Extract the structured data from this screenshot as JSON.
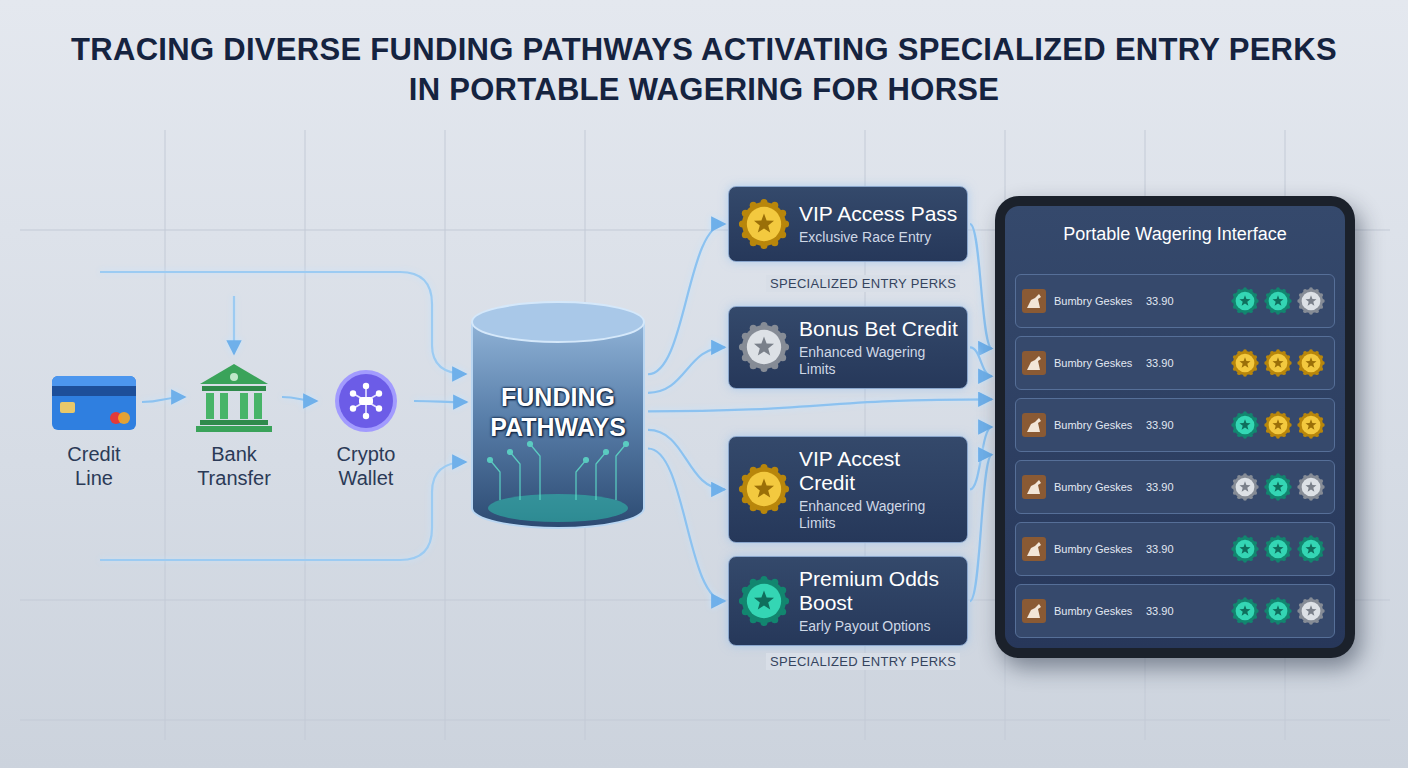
{
  "diagram": {
    "title": "TRACING DIVERSE FUNDING PATHWAYS ACTIVATING SPECIALIZED ENTRY PERKS IN PORTABLE WAGERING FOR HORSE",
    "nodes": [
      {
        "text": [
          "Credit Line"
        ]
      },
      {
        "text": [
          "Bank Transfer"
        ]
      },
      {
        "text": [
          "Crypto Wallet"
        ]
      },
      {
        "text": [
          "FUNDING PATHWAYS"
        ]
      },
      {
        "text": [
          "VIP Access Pass",
          "Exclusive Race Entry"
        ]
      },
      {
        "text": [
          "Bonus Bet Credit",
          "Enhanced Wagering Limits"
        ]
      },
      {
        "text": [
          "VIP Accest Credit",
          "Enhanced Wagering Limits"
        ]
      },
      {
        "text": [
          "Premium Odds Boost",
          "Early Payout Options"
        ]
      },
      {
        "text": [
          "Portable Wagering Interface"
        ]
      },
      {
        "text": [
          "Bumbry Geskes",
          "33.90"
        ],
        "in": 8
      },
      {
        "text": [
          "Bumbry Geskes",
          "33.90"
        ],
        "in": 8
      },
      {
        "text": [
          "Bumbry Geskes",
          "33.90"
        ],
        "in": 8
      },
      {
        "text": [
          "Bumbry Geskes",
          "33.90"
        ],
        "in": 8
      },
      {
        "text": [
          "Bumbry Geskes",
          "33.90"
        ],
        "in": 8
      },
      {
        "text": [
          "Bumbry Geskes",
          "33.90"
        ],
        "in": 8
      }
    ],
    "edges": [
      {
        "from": 0,
        "to": 1,
        "arrow": "to"
      },
      {
        "from": 1,
        "to": 2,
        "arrow": "to"
      },
      {
        "from": 2,
        "to": 3,
        "arrow": "to"
      },
      {
        "from": 3,
        "to": 4,
        "arrow": "to"
      },
      {
        "from": 3,
        "to": 5,
        "arrow": "to"
      },
      {
        "from": 3,
        "to": 6,
        "arrow": "to"
      },
      {
        "from": 3,
        "to": 7,
        "arrow": "to"
      },
      {
        "from": 3,
        "to": 8,
        "arrow": "to"
      },
      {
        "from": 4,
        "to": 8,
        "arrow": "to"
      },
      {
        "from": 5,
        "to": 8,
        "arrow": "to"
      },
      {
        "from": 6,
        "to": 8,
        "arrow": "to"
      },
      {
        "from": 7,
        "to": 8,
        "arrow": "to"
      }
    ],
    "labels": [
      "SPECIALIZED ENTRY PERKS",
      "SPECIALIZED ENTRY PERKS"
    ]
  }
}
